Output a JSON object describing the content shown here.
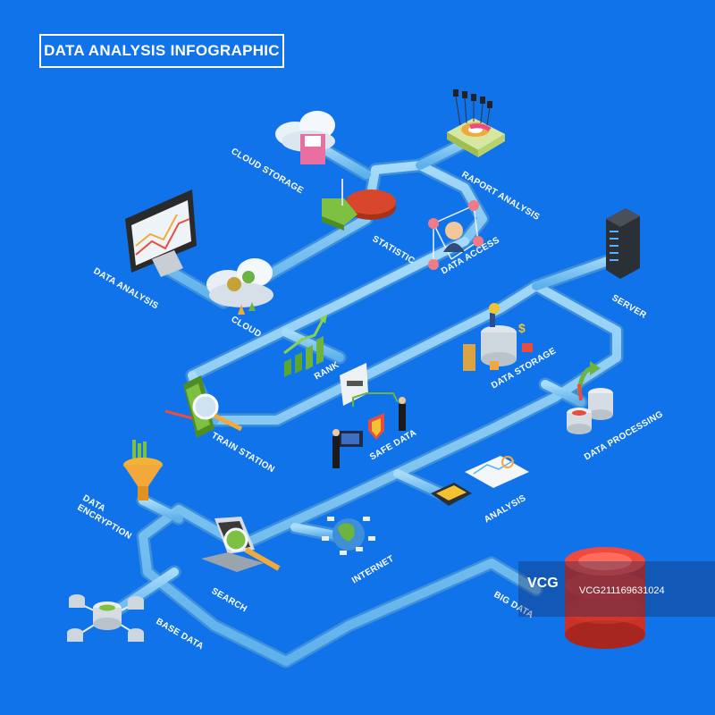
{
  "title": "DATA ANALYSIS INFOGRAPHIC",
  "labels": {
    "cloud_storage": "CLOUD STORAGE",
    "raport_analysis": "RAPORT ANALYSIS",
    "statistic": "STATISTIC",
    "data_analysis": "DATA ANALYSIS",
    "cloud": "CLOUD",
    "data_access": "DATA ACCESS",
    "server": "SERVER",
    "rank": "RANK",
    "data_storage": "DATA STORAGE",
    "data_processing": "DATA PROCESSING",
    "train_station": "TRAIN STATION",
    "safe_data": "SAFE DATA",
    "data_encryption": "DATA ENCRYPTION",
    "analysis": "ANALYSIS",
    "internet": "INTERNET",
    "search": "SEARCH",
    "big_data": "BIG DATA",
    "base_data": "BASE DATA"
  },
  "watermark": {
    "logo": "VCG",
    "id": "VCG211169631024"
  },
  "colors": {
    "background": "#1173ea",
    "pipe": "#7cc4f4",
    "pipe_edge": "#4a9fe0",
    "big_data_red": "#e33c2e"
  }
}
